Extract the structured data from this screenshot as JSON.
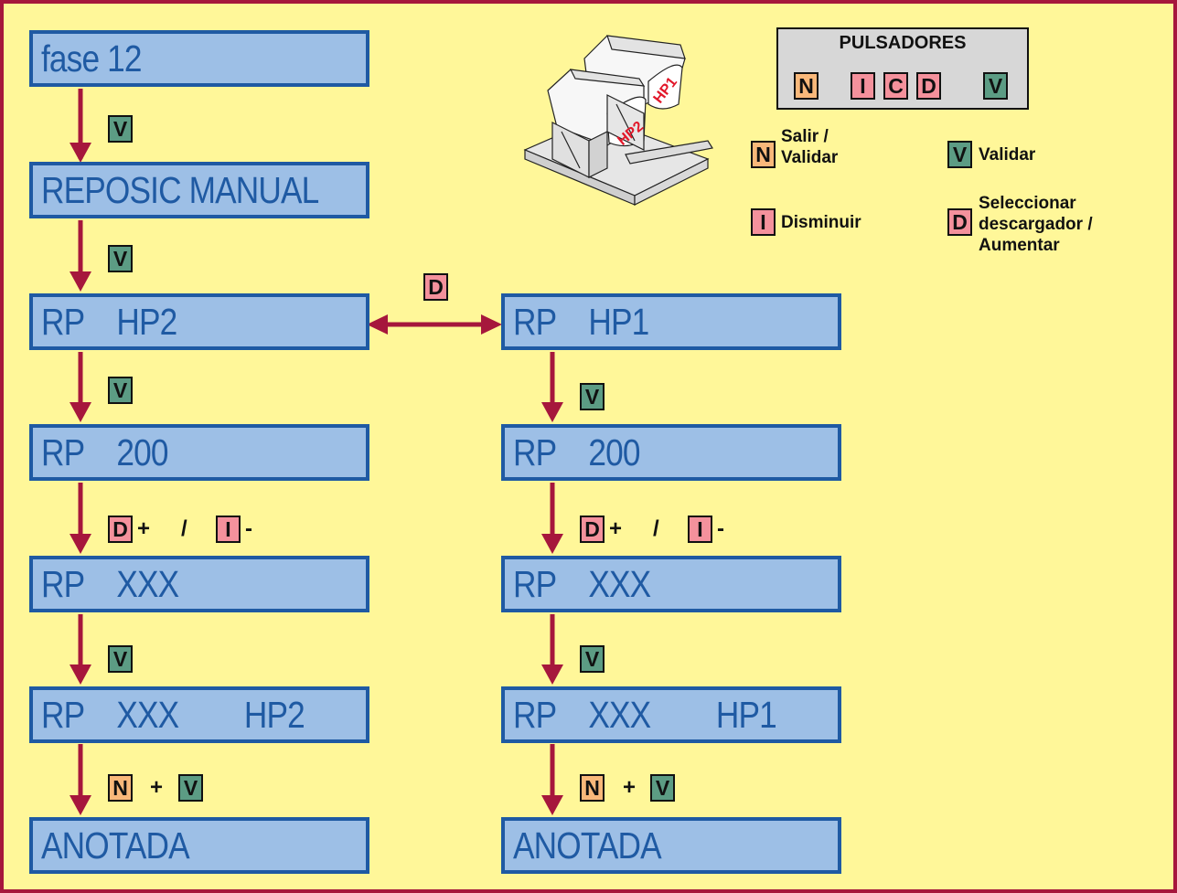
{
  "left_column": {
    "fase": "fase 12",
    "reposic": "REPOSIC MANUAL",
    "rp_hp": "RP    HP2",
    "rp_200": "RP    200",
    "rp_xxx": "RP    XXX",
    "rp_xxx_hp": "RP    XXX        HP2",
    "anotada": "ANOTADA"
  },
  "right_column": {
    "rp_hp": "RP    HP1",
    "rp_200": "RP    200",
    "rp_xxx": "RP    XXX",
    "rp_xxx_hp": "RP    XXX        HP1",
    "anotada": "ANOTADA"
  },
  "keys": {
    "N": "N",
    "I": "I",
    "C": "C",
    "D": "D",
    "V": "V"
  },
  "symbols": {
    "plus": "+",
    "minus": "-",
    "slash": "/"
  },
  "machine_labels": {
    "hp1": "HP1",
    "hp2": "HP2"
  },
  "legend": {
    "title": "PULSADORES",
    "n_label": "Salir / Validar",
    "v_label": "Validar",
    "i_label": "Disminuir",
    "d_label": "Seleccionar descargador / Aumentar"
  },
  "colors": {
    "background": "#fff799",
    "frame": "#a6173c",
    "screen_fill": "#9dbfe6",
    "screen_border": "#1f5aa3",
    "arrow": "#a6173c",
    "key_N": "#f9b87a",
    "key_red": "#f4919c",
    "key_V": "#5c9c84"
  }
}
